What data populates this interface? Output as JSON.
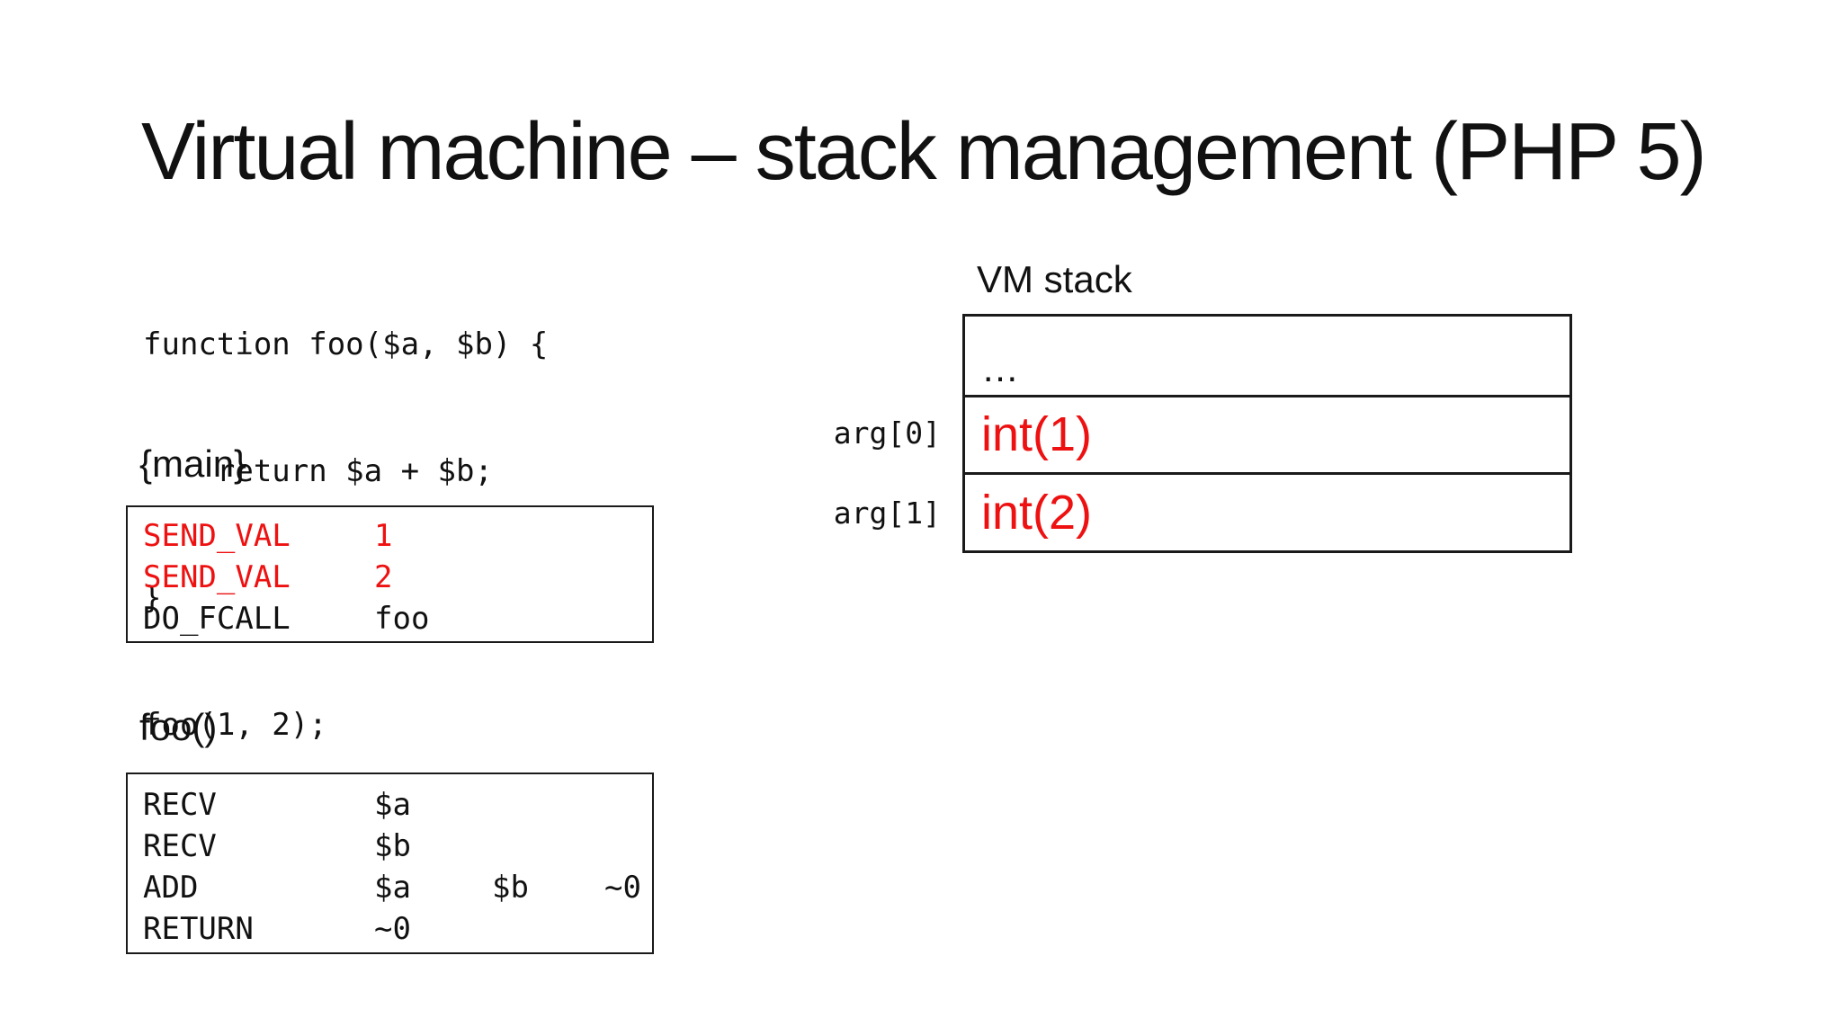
{
  "slide": {
    "title": "Virtual machine – stack management (PHP 5)",
    "source_code": {
      "lines": [
        "function foo($a, $b) {",
        "    return $a + $b;",
        "}",
        "foo(1, 2);"
      ]
    },
    "main_frame": {
      "label": "{main}",
      "instructions": [
        {
          "op": "SEND_VAL",
          "args": [
            "1"
          ]
        },
        {
          "op": "SEND_VAL",
          "args": [
            "2"
          ]
        },
        {
          "op": "DO_FCALL",
          "args": [
            "foo"
          ]
        }
      ]
    },
    "foo_frame": {
      "label": "foo()",
      "instructions": [
        {
          "op": "RECV",
          "args": [
            "$a"
          ]
        },
        {
          "op": "RECV",
          "args": [
            "$b"
          ]
        },
        {
          "op": "ADD",
          "args": [
            "$a",
            "$b",
            "~0"
          ]
        },
        {
          "op": "RETURN",
          "args": [
            "~0"
          ]
        }
      ]
    },
    "vm_stack": {
      "label": "VM stack",
      "rows": [
        {
          "label": "",
          "value": "…",
          "highlight": false
        },
        {
          "label": "arg[0]",
          "value": "int(1)",
          "highlight": true
        },
        {
          "label": "arg[1]",
          "value": "int(2)",
          "highlight": true
        }
      ]
    },
    "colors": {
      "highlight_red": "#EE1111",
      "text_black": "#111111",
      "background": "#FFFFFF"
    }
  }
}
